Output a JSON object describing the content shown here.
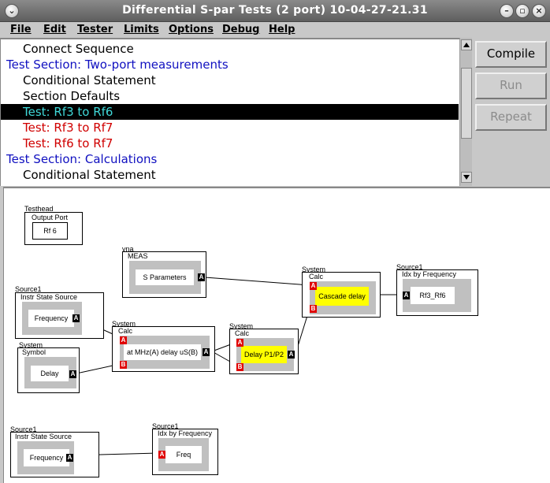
{
  "window": {
    "title": "Differential S-par Tests (2 port) 10-04-27-21.31"
  },
  "menu": [
    "File",
    "Edit",
    "Tester",
    "Limits",
    "Options",
    "Debug",
    "Help"
  ],
  "sequence": [
    {
      "text": "Connect Sequence",
      "style": "black",
      "indent": true
    },
    {
      "text": "Test Section: Two-port measurements",
      "style": "blue",
      "indent": false
    },
    {
      "text": "Conditional Statement",
      "style": "black",
      "indent": true
    },
    {
      "text": "Section Defaults",
      "style": "black",
      "indent": true
    },
    {
      "text": "Test: Rf3 to Rf6",
      "style": "sel",
      "indent": true
    },
    {
      "text": "Test: Rf3 to Rf7",
      "style": "red",
      "indent": true
    },
    {
      "text": "Test: Rf6 to Rf7",
      "style": "red",
      "indent": true
    },
    {
      "text": "Test Section: Calculations",
      "style": "blue",
      "indent": false
    },
    {
      "text": "Conditional Statement",
      "style": "black",
      "indent": true
    }
  ],
  "buttons": {
    "compile": "Compile",
    "run": "Run",
    "repeat": "Repeat"
  },
  "blocks": {
    "testhead": {
      "cat": "Testhead",
      "type": "Output Port",
      "label": "Rf 6"
    },
    "vna": {
      "cat": "vna",
      "type": "MEAS",
      "label": "S Parameters"
    },
    "src_freq": {
      "cat": "Source1",
      "type": "Instr State Source",
      "label": "Frequency"
    },
    "symbol": {
      "cat": "System",
      "type": "Symbol",
      "label": "Delay"
    },
    "calc_mid": {
      "cat": "System",
      "type": "Calc",
      "label": "at MHz(A) delay uS(B)"
    },
    "calc_p1p2": {
      "cat": "System",
      "type": "Calc",
      "label": "Delay P1/P2"
    },
    "calc_cascade": {
      "cat": "System",
      "type": "Calc",
      "label": "Cascade delay"
    },
    "idx_rf3": {
      "cat": "Source1",
      "type": "Idx by Frequency",
      "label": "Rf3_Rf6"
    },
    "src_freq2": {
      "cat": "Source1",
      "type": "Instr State Source",
      "label": "Frequency"
    },
    "idx_freq": {
      "cat": "Source1",
      "type": "Idx by Frequency",
      "label": "Freq"
    }
  },
  "ports": {
    "out": "A",
    "in_a": "A",
    "in_b": "B"
  },
  "colors": {
    "selection": "#000000",
    "selection_text": "#40d8d8",
    "section": "#1010c0",
    "failed": "#d00000",
    "highlight": "#ffff00",
    "port_in": "#e00000"
  }
}
